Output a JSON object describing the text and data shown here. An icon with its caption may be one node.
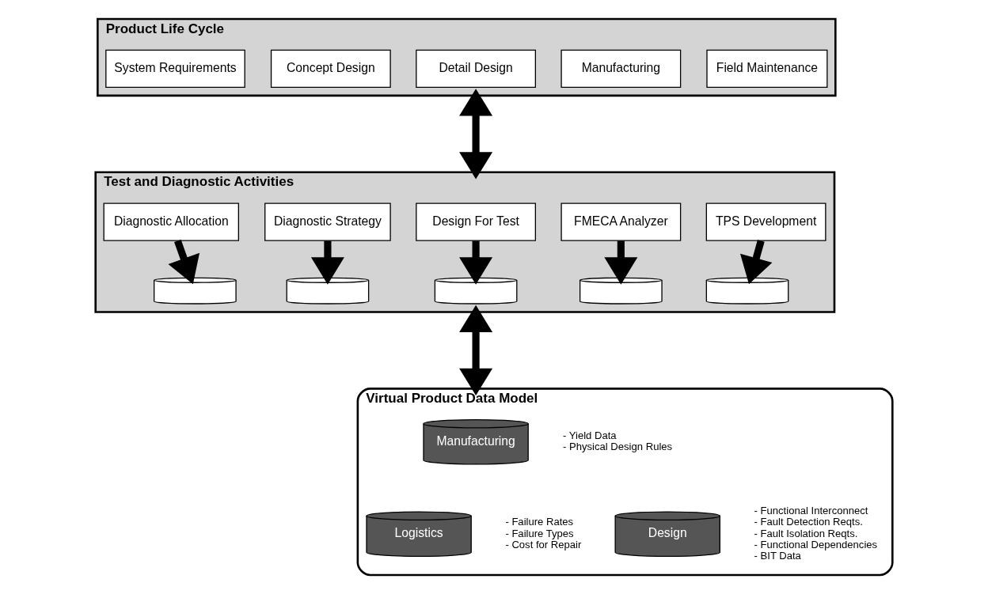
{
  "diagram": {
    "nodes": [
      {
        "text": [
          "Product Life Cycle"
        ]
      },
      {
        "text": [
          "System Requirements"
        ],
        "in": 0
      },
      {
        "text": [
          "Concept Design"
        ],
        "in": 0
      },
      {
        "text": [
          "Detail Design"
        ],
        "in": 0
      },
      {
        "text": [
          "Manufacturing"
        ],
        "in": 0
      },
      {
        "text": [
          "Field Maintenance"
        ],
        "in": 0
      },
      {
        "text": [
          "Test and Diagnostic Activities"
        ]
      },
      {
        "text": [
          "Diagnostic Allocation"
        ],
        "in": 6
      },
      {
        "text": [
          "Diagnostic Strategy"
        ],
        "in": 6
      },
      {
        "text": [
          "Design For Test"
        ],
        "in": 6
      },
      {
        "text": [
          "FMECA Analyzer"
        ],
        "in": 6
      },
      {
        "text": [
          "TPS Development"
        ],
        "in": 6
      },
      {
        "text": [],
        "shape": "cylinder",
        "in": 6
      },
      {
        "text": [],
        "shape": "cylinder",
        "in": 6
      },
      {
        "text": [],
        "shape": "cylinder",
        "in": 6
      },
      {
        "text": [],
        "shape": "cylinder",
        "in": 6
      },
      {
        "text": [],
        "shape": "cylinder",
        "in": 6
      },
      {
        "text": [
          "Virtual Product Data Model"
        ]
      },
      {
        "text": [
          "Manufacturing"
        ],
        "in": 17,
        "beside": [
          "- Yield Data",
          "- Physical Design Rules"
        ]
      },
      {
        "text": [
          "Logistics"
        ],
        "in": 17,
        "beside": [
          "- Failure Rates",
          "- Failure Types",
          "- Cost for Repair"
        ]
      },
      {
        "text": [
          "Design"
        ],
        "in": 17,
        "beside": [
          "- Functional Interconnect",
          "- Fault Detection Reqts.",
          "- Fault Isolation Reqts.",
          "- Functional Dependencies",
          "- BIT Data"
        ]
      }
    ],
    "edges": [
      {
        "from": 0,
        "to": 6,
        "arrow": "both"
      },
      {
        "from": 7,
        "to": 12,
        "arrow": "to"
      },
      {
        "from": 8,
        "to": 13,
        "arrow": "to"
      },
      {
        "from": 9,
        "to": 14,
        "arrow": "to"
      },
      {
        "from": 10,
        "to": 15,
        "arrow": "to"
      },
      {
        "from": 11,
        "to": 16,
        "arrow": "to"
      },
      {
        "from": 6,
        "to": 17,
        "arrow": "both"
      }
    ]
  }
}
